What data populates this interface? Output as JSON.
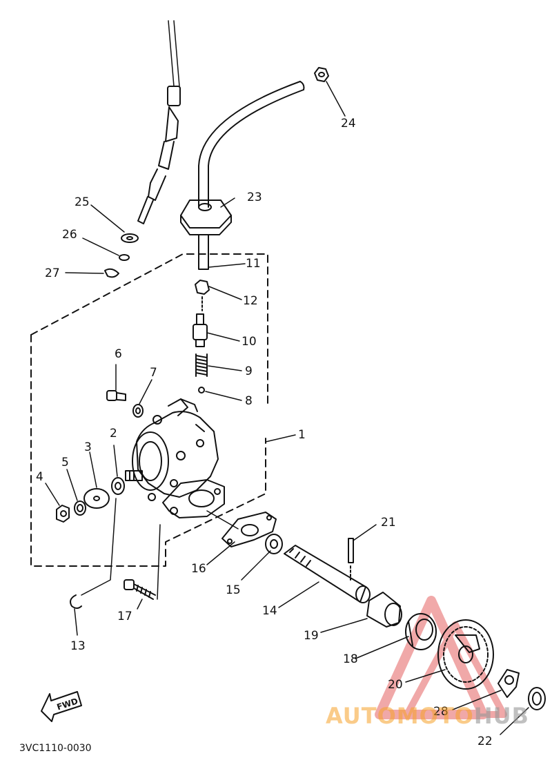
{
  "diagram": {
    "part_labels": [
      "1",
      "2",
      "3",
      "4",
      "5",
      "6",
      "7",
      "8",
      "9",
      "10",
      "11",
      "12",
      "13",
      "14",
      "15",
      "16",
      "17",
      "18",
      "19",
      "20",
      "21",
      "22",
      "23",
      "24",
      "25",
      "26",
      "27",
      "28"
    ],
    "fwd_mark": "FWD",
    "drawing_code": "3VC1110-0030"
  },
  "watermark": {
    "brand_left": "AUTOMOTO",
    "brand_right": "HUB",
    "colors": {
      "triangle": "#e04040",
      "text_orange": "#f0a030",
      "text_gray": "#999999"
    }
  }
}
